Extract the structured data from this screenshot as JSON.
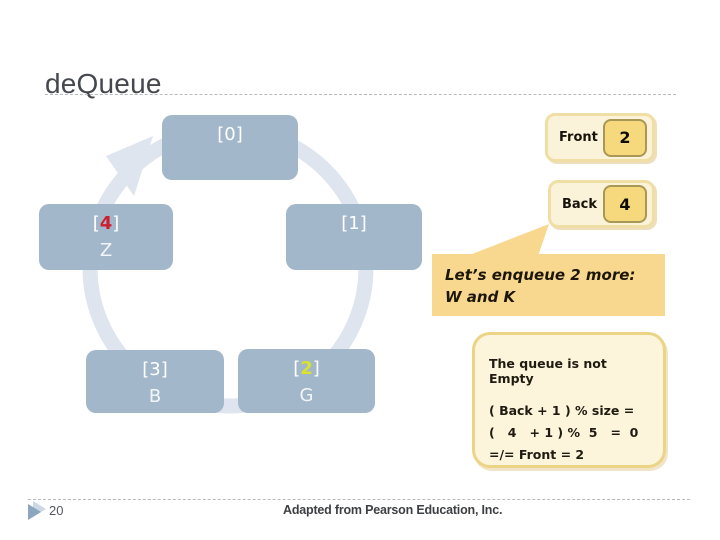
{
  "slide": {
    "title": "deQueue",
    "page_number": "20",
    "footer": "Adapted from Pearson Education, Inc."
  },
  "queue": {
    "cells": [
      {
        "open": "[",
        "index": "0",
        "close": "]",
        "value": ""
      },
      {
        "open": "[",
        "index": "1",
        "close": "]",
        "value": ""
      },
      {
        "open": "[",
        "index": "2",
        "close": "]",
        "value": "G"
      },
      {
        "open": "[",
        "index": "3",
        "close": "]",
        "value": "B"
      },
      {
        "open": "[",
        "index": "4",
        "close": "]",
        "value": "Z"
      }
    ]
  },
  "trackers": {
    "front": {
      "label": "Front",
      "value": "2"
    },
    "back": {
      "label": "Back",
      "value": "4"
    }
  },
  "callout": {
    "line1": "Let’s enqueue 2 more:",
    "line2": "W and K"
  },
  "info": {
    "title_prefix": "The queue is not ",
    "title_bold": "Empty",
    "line1": "( Back + 1 ) % size =",
    "line2": "(   4   + 1 ) %  5   =  0",
    "line3": "=/= Front = 2"
  },
  "colors": {
    "cell_fill": "#a3b7ca",
    "circular_arrow": "#dfe5ee",
    "back_index_highlight": "#cc2030",
    "front_index_highlight": "#d9e22c",
    "callout_fill": "#f8d88e",
    "panel_fill": "#fbf3d9",
    "panel_border": "#f0dfa4",
    "value_box_fill": "#f6d87d"
  }
}
